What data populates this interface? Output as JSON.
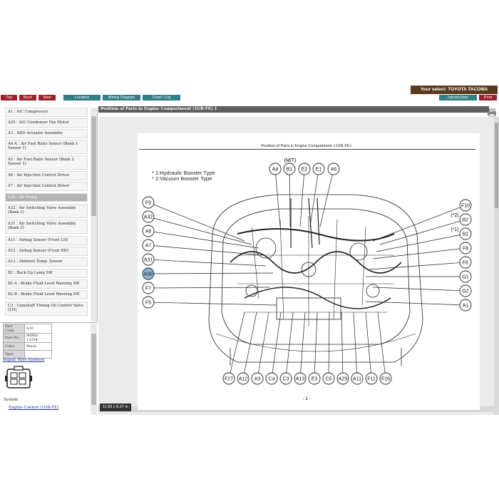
{
  "header": {
    "selection": "Your select: TOYOTA TACOMA",
    "nav_left": [
      {
        "label": "Top"
      },
      {
        "label": "Back"
      },
      {
        "label": "New"
      }
    ],
    "nav_mid": [
      {
        "label": "Location"
      },
      {
        "label": "Wiring Diagram"
      },
      {
        "label": "Chart / List"
      }
    ],
    "nav_right": [
      {
        "label": "Introduction"
      },
      {
        "label": "Print"
      }
    ]
  },
  "sidebar": {
    "items": [
      {
        "label": "A1 : A/C Compressor"
      },
      {
        "label": "A29 : A/C Condenser Fan Motor"
      },
      {
        "label": "A3 : ADD Actuator Assembly"
      },
      {
        "label": "A4-A : Air Fuel Ratio Sensor (Bank 1 Sensor 1)"
      },
      {
        "label": "A5 : Air Fuel Ratio Sensor (Bank 2 Sensor 1)"
      },
      {
        "label": "A6 : Air Injection Control Driver"
      },
      {
        "label": "A7 : Air Injection Control Driver"
      },
      {
        "label": "A30 : Air Pump"
      },
      {
        "label": "A32 : Air Switching Valve Assembly (Bank 1)"
      },
      {
        "label": "A31 : Air Switching Valve Assembly (Bank 2)"
      },
      {
        "label": "A11 : Airbag Sensor (Front LH)"
      },
      {
        "label": "A12 : Airbag Sensor (Front RH)"
      },
      {
        "label": "A13 : Ambient Temp. Sensor"
      },
      {
        "label": "B1 : Back-Up Lamp SW"
      },
      {
        "label": "B2-A : Brake Fluid Level Warning SW"
      },
      {
        "label": "B2-B : Brake Fluid Level Warning SW"
      },
      {
        "label": "C3 : Camshaft Timing Oil Control Valve (LH)"
      }
    ]
  },
  "details": {
    "rows": [
      {
        "key": "Part Code",
        "value": "A30"
      },
      {
        "key": "Part No.",
        "value": "90980-12294"
      },
      {
        "key": "Color",
        "value": "Black"
      },
      {
        "key": "Spec",
        "value": ""
      }
    ],
    "repair_link": "Repair Wire Harness",
    "system_label": "System",
    "system_link": "Engine Control (1GR-FE)"
  },
  "content": {
    "title": "Position of Parts in Engine Compartment (1GR-FE) 1",
    "diagram_title": "Position of Parts in Engine Compartment <1GR-FE>",
    "note1": "* 1:Hydraulic Booster Type",
    "note2": "* 2:Vacuum Booster Type",
    "mt_label": "(M/T)",
    "page_number": "- 1 -",
    "page_size": "11,69 x 8,27 in",
    "callouts_top": [
      "A4",
      "B1",
      "E2",
      "E1",
      "A5"
    ],
    "callouts_left": [
      "F9",
      "A32",
      "A6",
      "A7",
      "A31",
      "A30",
      "F7",
      "F5"
    ],
    "callouts_right": [
      "F10",
      "B2",
      "B2",
      "F8",
      "F6",
      "G1",
      "G2",
      "A1"
    ],
    "right_marks": [
      "(*2)",
      "(*1)"
    ],
    "callouts_bottom": [
      "F27",
      "A12",
      "A3",
      "C4",
      "C3",
      "A13",
      "E3",
      "C5",
      "A29",
      "A11",
      "F11",
      "F26"
    ],
    "highlight": "A30"
  },
  "colors": {
    "accent_red": "#a0202a",
    "accent_teal": "#2f7f86",
    "selection_bg": "#5a3a1e",
    "highlight_fill": "#8fb4d8"
  }
}
